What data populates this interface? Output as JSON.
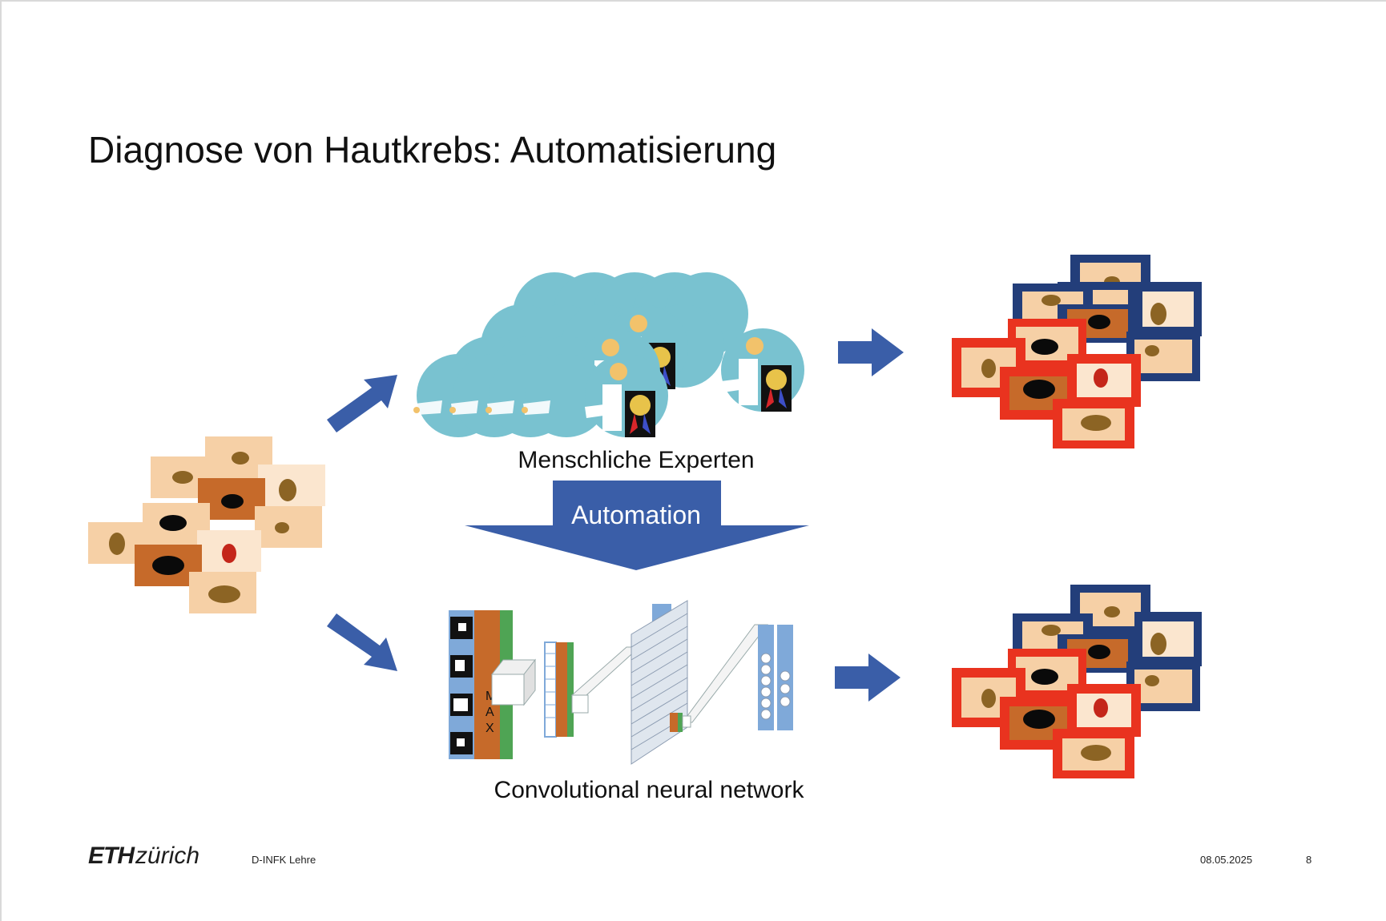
{
  "slide": {
    "title": "Diagnose von Hautkrebs: Automatisierung",
    "experts_label": "Menschliche Experten",
    "automation_label": "Automation",
    "cnn_label": "Convolutional neural network",
    "cnn_max_letters": [
      "M",
      "A",
      "X"
    ]
  },
  "footer": {
    "logo_eth": "ETH",
    "logo_zurich": "zürich",
    "department": "D-INFK Lehre",
    "date": "08.05.2025",
    "page_number": "8"
  },
  "colors": {
    "arrow_blue": "#3a5ea8",
    "expert_cyan": "#79c2d0",
    "skin_light": "#f6d0a6",
    "skin_brown": "#c66a2a",
    "frame_navy": "#233e7a",
    "frame_red": "#e9331f"
  }
}
